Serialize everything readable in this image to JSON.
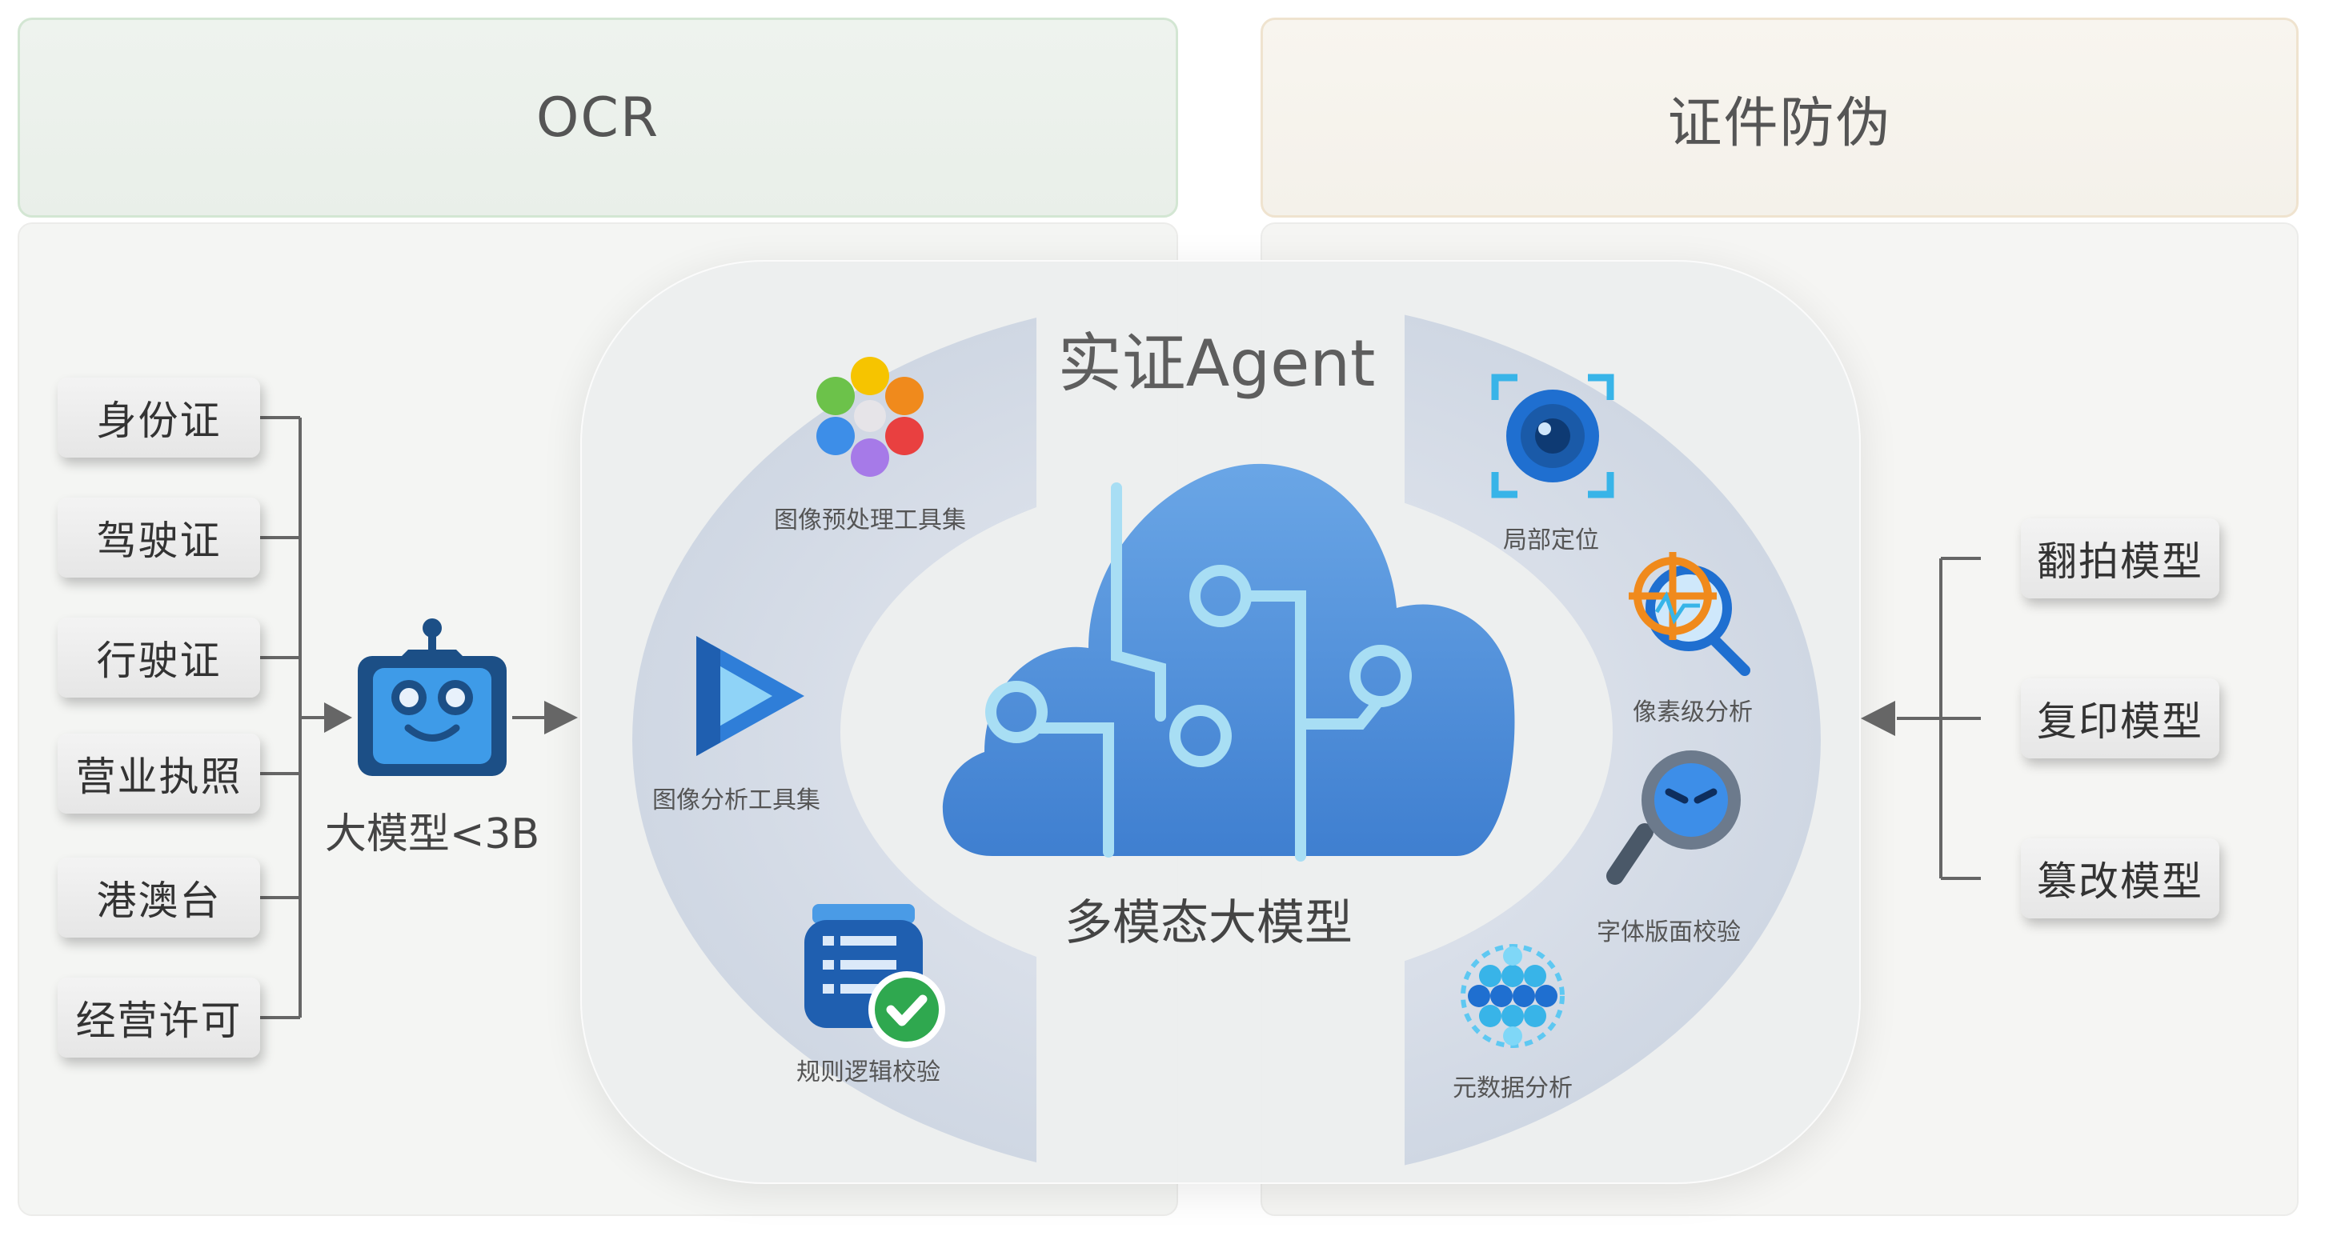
{
  "ocr": {
    "title": "OCR",
    "documents": [
      "身份证",
      "驾驶证",
      "行驶证",
      "营业执照",
      "港澳台",
      "经营许可"
    ],
    "small_model_label": "大模型<3B"
  },
  "antifraud": {
    "title": "证件防伪",
    "models": [
      "翻拍模型",
      "复印模型",
      "篡改模型"
    ]
  },
  "agent": {
    "title": "实证Agent",
    "core_label": "多模态大模型",
    "left_tools": [
      "图像预处理工具集",
      "图像分析工具集",
      "规则逻辑校验"
    ],
    "right_tools": [
      "局部定位",
      "像素级分析",
      "字体版面校验",
      "元数据分析"
    ]
  },
  "colors": {
    "cloud": "#4f8fdb",
    "circuit": "#a8def4",
    "robot": "#1c4f86",
    "check": "#2fa84f",
    "arrow": "#666666"
  }
}
